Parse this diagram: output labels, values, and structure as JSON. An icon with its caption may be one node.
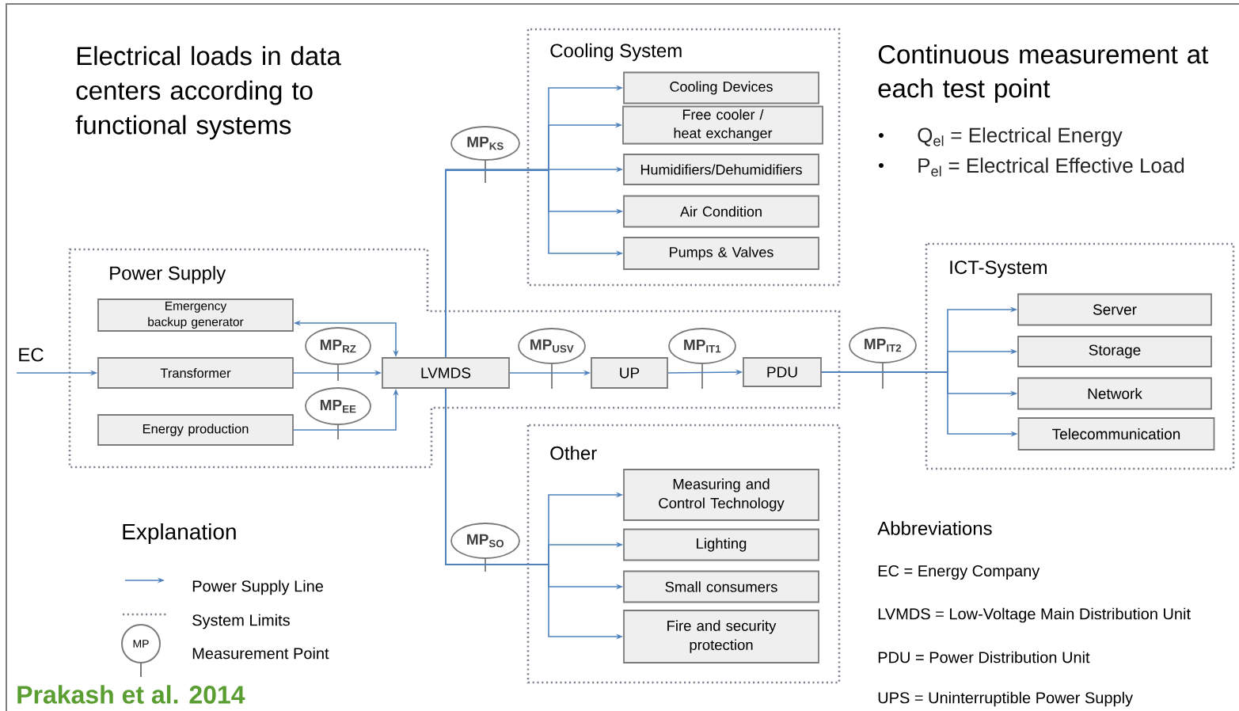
{
  "diagram": {
    "title": "Electrical loads in data centers according to functional systems",
    "nodes": [
      {
        "text": [
          "Power Supply"
        ]
      },
      {
        "text": [
          "Emergency backup generator"
        ],
        "in": 0
      },
      {
        "text": [
          "Transformer"
        ],
        "in": 0
      },
      {
        "text": [
          "Energy production"
        ],
        "in": 0
      },
      {
        "text": [
          "MP$_{RZ}$"
        ],
        "in": 0
      },
      {
        "text": [
          "MP$_{EE}$"
        ],
        "in": 0
      },
      {
        "text": [
          "Cooling System"
        ]
      },
      {
        "text": [
          "Cooling Devices"
        ],
        "in": 6
      },
      {
        "text": [
          "Free cooler / heat exchanger"
        ],
        "in": 6
      },
      {
        "text": [
          "Humidifiers/Dehumidifiers"
        ],
        "in": 6
      },
      {
        "text": [
          "Air Condition"
        ],
        "in": 6
      },
      {
        "text": [
          "Pumps & Valves"
        ],
        "in": 6
      },
      {
        "text": [
          "MP$_{KS}$"
        ]
      },
      {
        "text": [
          "LVMDS"
        ],
        "in": 0
      },
      {
        "text": [
          "MP$_{USV}$"
        ],
        "in": 0
      },
      {
        "text": [
          "UP"
        ],
        "in": 0
      },
      {
        "text": [
          "MP$_{IT1}$"
        ],
        "in": 0
      },
      {
        "text": [
          "PDU"
        ],
        "in": 0
      },
      {
        "text": [
          "MP$_{IT2}$"
        ]
      },
      {
        "text": [
          "ICT-System"
        ]
      },
      {
        "text": [
          "Server"
        ],
        "in": 19
      },
      {
        "text": [
          "Storage"
        ],
        "in": 19
      },
      {
        "text": [
          "Network"
        ],
        "in": 19
      },
      {
        "text": [
          "Telecommunication"
        ],
        "in": 19
      },
      {
        "text": [
          "Other"
        ]
      },
      {
        "text": [
          "Measuring and Control Technology"
        ],
        "in": 24
      },
      {
        "text": [
          "Lighting"
        ],
        "in": 24
      },
      {
        "text": [
          "Small consumers"
        ],
        "in": 24
      },
      {
        "text": [
          "Fire and security protection"
        ],
        "in": 24
      },
      {
        "text": [
          "MP$_{SO}$"
        ]
      },
      {
        "text": [
          "EC"
        ]
      }
    ],
    "edges": [
      {
        "from": 30,
        "to": 2,
        "arrow": "to"
      },
      {
        "from": 2,
        "to": 13,
        "arrow": "to"
      },
      {
        "from": 3,
        "to": 13,
        "arrow": "to"
      },
      {
        "from": 13,
        "to": 1,
        "arrow": "both"
      },
      {
        "from": 13,
        "to": 7,
        "arrow": "to"
      },
      {
        "from": 13,
        "to": 8,
        "arrow": "to"
      },
      {
        "from": 13,
        "to": 9,
        "arrow": "to"
      },
      {
        "from": 13,
        "to": 10,
        "arrow": "to"
      },
      {
        "from": 13,
        "to": 11,
        "arrow": "to"
      },
      {
        "from": 13,
        "to": 15,
        "arrow": "to"
      },
      {
        "from": 15,
        "to": 17,
        "arrow": "to"
      },
      {
        "from": 17,
        "to": 20,
        "arrow": "to"
      },
      {
        "from": 17,
        "to": 21,
        "arrow": "to"
      },
      {
        "from": 17,
        "to": 22,
        "arrow": "to"
      },
      {
        "from": 17,
        "to": 23,
        "arrow": "to"
      },
      {
        "from": 13,
        "to": 25,
        "arrow": "to"
      },
      {
        "from": 13,
        "to": 26,
        "arrow": "to"
      },
      {
        "from": 13,
        "to": 27,
        "arrow": "to"
      },
      {
        "from": 13,
        "to": 28,
        "arrow": "to"
      }
    ],
    "labels": [
      "Continuous measurement at each test point",
      "Q$_{el}$ = Electrical Energy",
      "P$_{el}$ = Electrical Effective Load",
      "Explanation",
      "MP",
      "Abbreviations",
      "EC = Energy Company",
      "LVMDS = Low-Voltage Main Distribution Unit",
      "PDU = Power Distribution Unit",
      "UPS = Uninterruptible Power Supply",
      "Prakash et al. 2014"
    ],
    "legend": [
      {
        "text": "Power Supply Line"
      },
      {
        "text": "System Limits"
      },
      {
        "text": "Measurement Point"
      }
    ]
  }
}
